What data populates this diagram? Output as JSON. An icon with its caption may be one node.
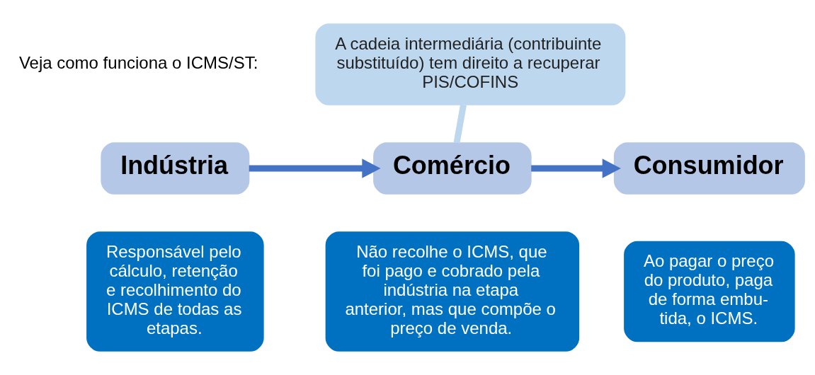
{
  "diagram": {
    "nodes": [
      {
        "text": [
          "A cadeia intermediária (contribuinte substituído) tem direito a recuperar PIS/COFINS"
        ]
      },
      {
        "text": [
          "Indústria"
        ]
      },
      {
        "text": [
          "Responsável pelo cálculo, retenção e recolhimento do ICMS de todas as etapas."
        ]
      },
      {
        "text": [
          "Comércio"
        ]
      },
      {
        "text": [
          "Não recolhe o ICMS, que foi pago e cobrado pela indústria na etapa anterior, mas que compõe o preço de venda."
        ]
      },
      {
        "text": [
          "Consumidor"
        ]
      },
      {
        "text": [
          "Ao pagar o preço do produto, paga de forma embu- tida, o ICMS."
        ]
      }
    ],
    "edges": [
      {
        "from": 1,
        "to": 3,
        "arrow": "to"
      },
      {
        "from": 3,
        "to": 5,
        "arrow": "to"
      },
      {
        "from": 0,
        "to": 3,
        "arrow": "none",
        "color": "#bdd7ee"
      }
    ],
    "labels": [
      "Veja como funciona o ICMS/ST:"
    ]
  }
}
